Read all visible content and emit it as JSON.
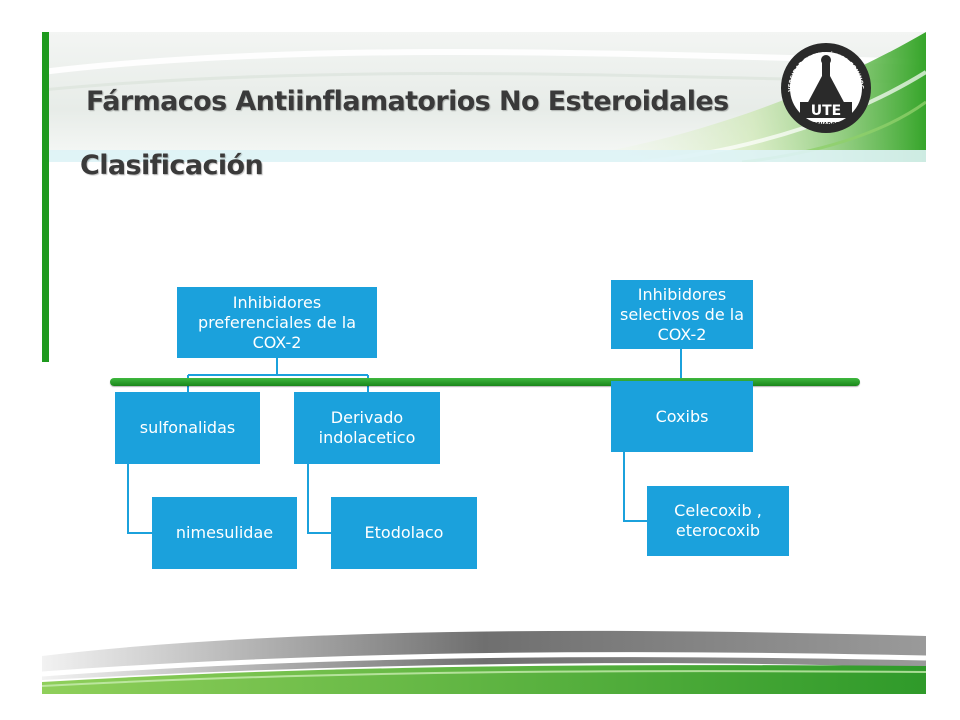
{
  "header": {
    "title": "Fármacos Antiinflamatorios No Esteroidales",
    "subtitle": "Clasificación"
  },
  "logo": {
    "arc_text": "UNIVERSIDAD TECNOLÓGICA EQUINOCCIAL",
    "acronym": "UTE",
    "country": "ECUADOR"
  },
  "diagram": {
    "preferential": {
      "root": "Inhibidores preferenciales de la COX-2",
      "groups": [
        {
          "label": "sulfonalidas",
          "child": "nimesulidae"
        },
        {
          "label": "Derivado indolacetico",
          "child": "Etodolaco"
        }
      ]
    },
    "selective": {
      "root": "Inhibidores selectivos de la COX-2",
      "group": "Coxibs",
      "child": "Celecoxib , eterocoxib"
    }
  },
  "colors": {
    "box_fill": "#1ba1dc",
    "box_text": "#ffffff",
    "accent_green": "#1e9a1e",
    "connector": "#1ba1dc",
    "title_text": "#3a3a3a"
  }
}
